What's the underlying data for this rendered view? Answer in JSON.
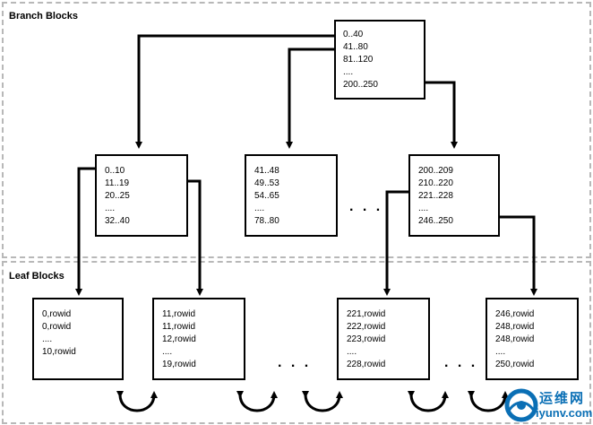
{
  "regions": {
    "branch_title": "Branch Blocks",
    "leaf_title": "Leaf Blocks"
  },
  "root": {
    "entries": [
      "0..40",
      "41..80",
      "81..120",
      "....",
      "200..250"
    ]
  },
  "branches": [
    {
      "entries": [
        "0..10",
        "11..19",
        "20..25",
        "....",
        "32..40"
      ]
    },
    {
      "entries": [
        "41..48",
        "49..53",
        "54..65",
        "....",
        "78..80"
      ]
    },
    {
      "entries": [
        "200..209",
        "210..220",
        "221..228",
        "....",
        "246..250"
      ]
    }
  ],
  "leaves": [
    {
      "entries": [
        "0,rowid",
        "0,rowid",
        "....",
        "10,rowid"
      ]
    },
    {
      "entries": [
        "11,rowid",
        "11,rowid",
        "12,rowid",
        "....",
        "19,rowid"
      ]
    },
    {
      "entries": [
        "221,rowid",
        "222,rowid",
        "223,rowid",
        "....",
        "228,rowid"
      ]
    },
    {
      "entries": [
        "246,rowid",
        "248,rowid",
        "248,rowid",
        "....",
        "250,rowid"
      ]
    }
  ],
  "ellipsis": ". . .",
  "watermark": {
    "line1": "运维网",
    "line2": "iyunv.com"
  },
  "colors": {
    "region_border": "#b8b8b8",
    "line": "#000000",
    "watermark": "#0a6fb5"
  }
}
